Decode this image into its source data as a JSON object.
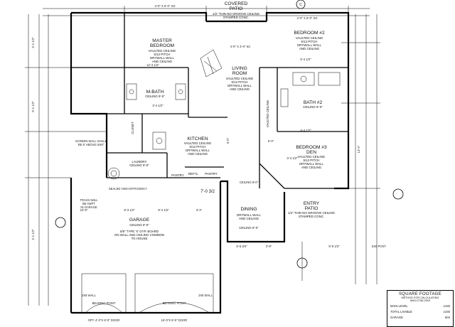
{
  "rooms": {
    "master": {
      "name": "MASTER",
      "name2": "BEDROOM",
      "l1": "VAULTED CEILING",
      "l2": "5/12 PITCH",
      "l3": "DRYWALL WALL",
      "l4": "AND CEILING"
    },
    "covered_patio": {
      "name": "COVERED",
      "name2": "PATIO",
      "l1": "1/2\" THIN NO GROOVE CEILING",
      "l2": "STAMPED CONC."
    },
    "bedroom2": {
      "name": "BEDROOM #2",
      "l1": "VAULTED CEILING",
      "l2": "5/12 PITCH",
      "l3": "DRYWALL WALL",
      "l4": "AND CEILING"
    },
    "living": {
      "name": "LIVING",
      "name2": "ROOM",
      "l1": "VAULTED CEILING",
      "l2": "5/12 PITCH",
      "l3": "DRYWALL WALL",
      "l4": "AND CEILING"
    },
    "mbath": {
      "name": "M-BATH",
      "l1": "CEILING 9'-0\""
    },
    "bath2": {
      "name": "BATH #2",
      "l1": "CEILING 9'-0\""
    },
    "kitchen": {
      "name": "KITCHEN",
      "l1": "VAULTED CEILING",
      "l2": "5/12 PITCH",
      "l3": "DRYWALL WALL",
      "l4": "AND CEILING"
    },
    "bedroom3": {
      "name": "BEDROOM #3",
      "name2": "DEN",
      "l1": "VAULTED CEILING",
      "l2": "5/12 PITCH",
      "l3": "DRYWALL WALL",
      "l4": "AND CEILING"
    },
    "laundry": {
      "name": "LAUNDRY",
      "l1": "CEILING 9'-0\""
    },
    "pantry1": {
      "name": "PANTRY"
    },
    "refg": {
      "name": "REF'G."
    },
    "pantry2": {
      "name": "PANTRY"
    },
    "closet": {
      "name": "CLOSET"
    },
    "vaulted_ceiling": {
      "name": "VAULTED CEILING"
    },
    "dining": {
      "name": "DINING",
      "l1": "DRYWALL WALL",
      "l2": "AND CEILING",
      "l3": "CEILING 9'-0\""
    },
    "entry": {
      "name": "ENTRY",
      "name2": "PATIO",
      "l1": "1/2\" THIN NO GROOVE CEILING",
      "l2": "STAMPED CONC."
    },
    "garage": {
      "name": "GARAGE",
      "l1": "CEILING 9'-0\"",
      "l2": "5/8\" TYPE 'X' GYP. BOARD",
      "l3": "ON WALL AND CEILING COMMON",
      "l4": "TO HOUSE"
    }
  },
  "notes": {
    "screen_wall": "SCREEN WALL SHALL",
    "screen_wall2": "BE 6' ABOVE UNIT",
    "trash": "TRASH WILL",
    "trash2": "BE KEPT",
    "trash3": "IN GARAGE",
    "sealed": "SEALED HIGH EFFICIENCY",
    "ceiling_height": "CEILING 9'-0\"",
    "dim_7032": "7'-0 3/2",
    "post": "6X6 POST",
    "opt1": "OPT. 4'-0\"X 8'-0\" DOOR",
    "opt2": "16'-0\"X 8'-0\" DOOR",
    "cc": "C"
  },
  "dims": {
    "top1": "4'-0\" X 6'-0\" XO",
    "top2": "4'-0\" X 3'-0\" SC",
    "top3": "4'-0\" X 6'-0\" XO",
    "left1": "4'-1 1/2\"",
    "left2": "6'-1 1/2\"",
    "left3": "4'-1 1/2\"",
    "d1": "12'-4 1/2\"",
    "d2": "3'-4 1/2\"",
    "d3": "5'-4 1/2\"",
    "d4": "4'-4 1/2\"",
    "d5": "3'-4 1/2\"",
    "d6": "13'-0\"",
    "d7": "6'-0\"",
    "d8": "5'-0\"",
    "bottom1": "5'-6 3/4\"",
    "bottom2": "3'-8\"",
    "bottom3": "5'-8 1/2\"",
    "g1": "10'-8\"",
    "g2": "8'-3 1/2\"",
    "g3": "8'-4 1/2\"",
    "g4": "3'-4\"",
    "b1": "2X8 WALL",
    "b2": "2X8 WALL",
    "b3": "BEARING POINT",
    "b4": "BEARING POINT"
  },
  "square_footage": {
    "title": "SQUARE FOOTAGE",
    "note1": "METHOD FOR CALCULATING",
    "note2": "ANSI Z765-2003",
    "main_label": "MAIN LEVEL",
    "main_value": "1440",
    "total_label": "TOTAL LIVABLE",
    "total_value": "1440",
    "garage_label": "GARAGE",
    "garage_value": "604"
  }
}
